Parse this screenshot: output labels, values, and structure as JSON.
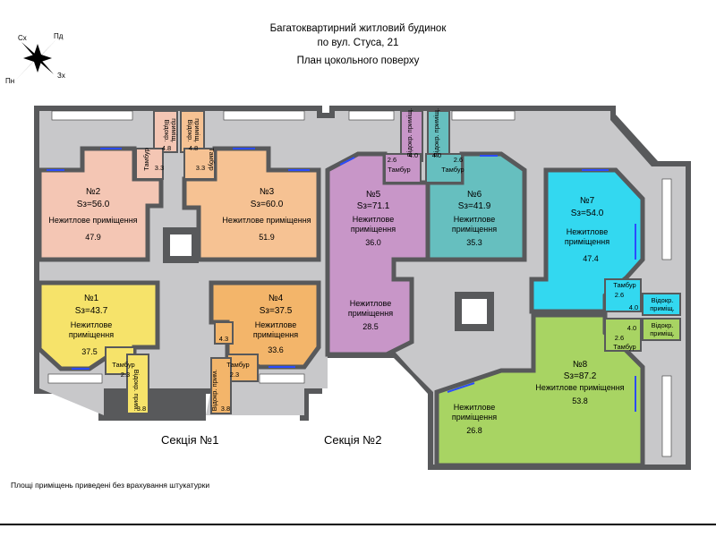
{
  "header": {
    "line1": "Багатоквартирний житловий будинок",
    "line2": "по вул. Стуса, 21",
    "line3": "План цокольного поверху"
  },
  "compass": {
    "north_west": "Сх",
    "north_east": "Пд",
    "south_west": "Пн",
    "south_east": "Зх"
  },
  "sections": {
    "s1": "Секція №1",
    "s2": "Секція №2"
  },
  "footnote": "Площі приміщень приведені без врахування штукатурки",
  "common": {
    "unit_type": "Нежитлове приміщення",
    "unit_type_l1": "Нежитлове",
    "unit_type_l2": "приміщення",
    "vestibule": "Тамбур",
    "sep_l1": "Відокр.",
    "sep_l2": "приміщ.",
    "sep_v": "Відокр. приміщ.",
    "sep_v2": "Відокр. прим."
  },
  "units": {
    "u1": {
      "num": "№1",
      "area": "Sз=43.7",
      "room": "37.5"
    },
    "u2": {
      "num": "№2",
      "area": "Sз=56.0",
      "room": "47.9"
    },
    "u3": {
      "num": "№3",
      "area": "Sз=60.0",
      "room": "51.9"
    },
    "u4": {
      "num": "№4",
      "area": "Sз=37.5",
      "room": "33.6"
    },
    "u5": {
      "num": "№5",
      "area": "Sз=71.1",
      "room": "36.0",
      "room2": "28.5"
    },
    "u6": {
      "num": "№6",
      "area": "Sз=41.9",
      "room": "35.3"
    },
    "u7": {
      "num": "№7",
      "area": "Sз=54.0",
      "room": "47.4"
    },
    "u8": {
      "num": "№8",
      "area": "Sз=87.2",
      "room": "53.8",
      "room2": "26.8"
    }
  },
  "small": {
    "s2_v": "3.3",
    "s2_s": "4.8",
    "s3_v": "3.3",
    "s3_s": "4.8",
    "s1_v": "2.3",
    "s1_s": "3.8",
    "s4_v": "2.3",
    "s4_s": "3.8",
    "s4_c": "4.3",
    "s5_v": "2.6",
    "s5_s": "4.0",
    "s6_v": "2.6",
    "s6_s": "4.0",
    "s7_v": "2.6",
    "s7_s": "4.0",
    "s8_v": "2.6",
    "s8_s": "4.0"
  },
  "colors": {
    "wall": "#58595b",
    "corridor": "#c8c8ca",
    "u1": "#f6e36a",
    "u2": "#f4c6b4",
    "u3": "#f6c293",
    "u4": "#f3b56a",
    "u5": "#c896c8",
    "u6": "#66bfbf",
    "u7": "#33d8f0",
    "u8": "#a8d463"
  }
}
